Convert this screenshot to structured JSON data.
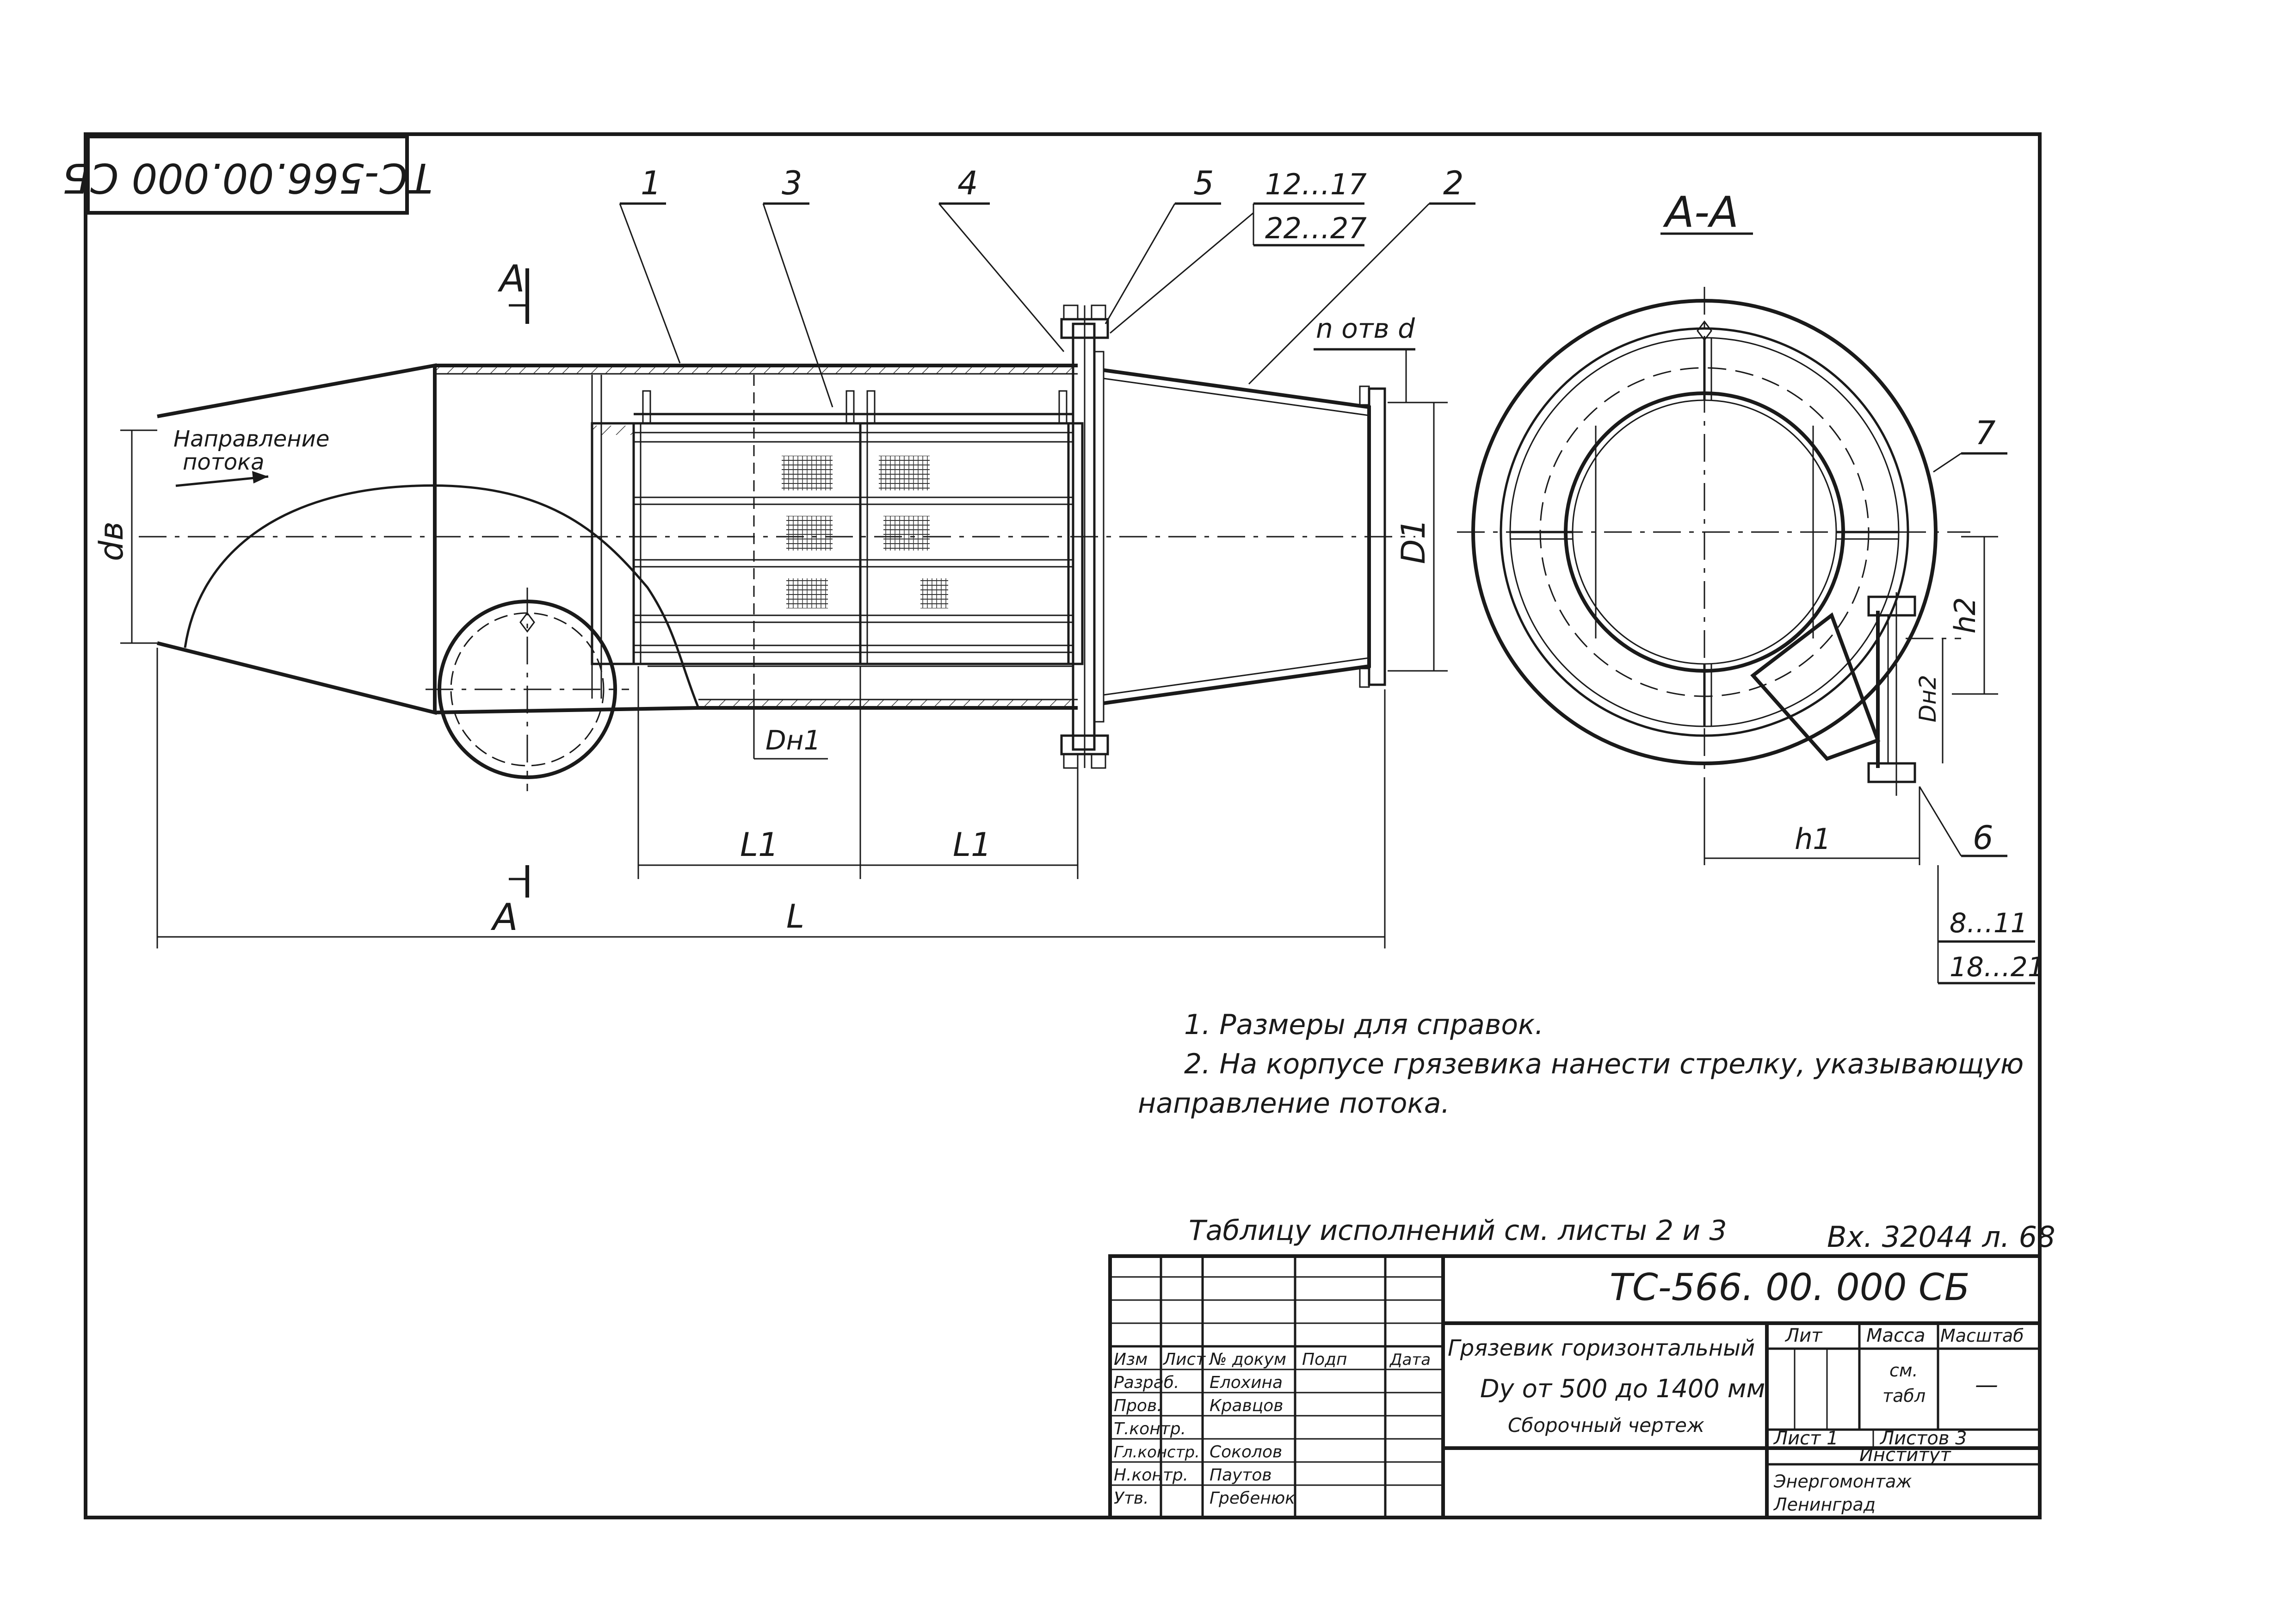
{
  "drawing": {
    "corner_code": "ТС-566.00.000 СБ",
    "section_label_a": "А",
    "section_title": "А-А",
    "flow_label_line1": "Направление",
    "flow_label_line2": "потока",
    "leaders": {
      "p1": "1",
      "p3": "3",
      "p4": "4",
      "p5": "5",
      "p12": "12…17",
      "p22": "22…27",
      "p2": "2",
      "p7": "7",
      "p6": "6",
      "p8": "8…11",
      "p18": "18…21",
      "holes": "n отв d"
    },
    "dims": {
      "dv": "dв",
      "D1": "D1",
      "Dn1": "Dн1",
      "L1a": "L1",
      "L1b": "L1",
      "L": "L",
      "h1": "h1",
      "h2": "h2",
      "Dn2": "Dн2"
    }
  },
  "notes": {
    "n1": "1.  Размеры для справок.",
    "n2a": "2.  На корпусе грязевика нанести стрелку, указывающую",
    "n2b": "направление потока.",
    "table_ref": "Таблицу  исполнений  см.  листы  2 и 3",
    "inv": "Вх. 32044 л. 68"
  },
  "title_block": {
    "code": "ТС-566. 00. 000 СБ",
    "name1": "Грязевик горизонтальный",
    "name2": "Dy от 500 до 1400 мм",
    "name3": "Сборочный чертеж",
    "hdr": {
      "izm": "Изм",
      "list": "Лист",
      "doc": "№ докум",
      "podp": "Подп",
      "date": "Дата"
    },
    "roles": [
      {
        "role": "Разраб.",
        "name": "Елохина"
      },
      {
        "role": "Пров.",
        "name": "Кравцов"
      },
      {
        "role": "Т.контр.",
        "name": ""
      },
      {
        "role": "Гл.констр.",
        "name": "Соколов"
      },
      {
        "role": "Н.контр.",
        "name": "Паутов"
      },
      {
        "role": "Утв.",
        "name": "Гребенюк"
      }
    ],
    "lit": "Лит",
    "massa": "Масса",
    "masshtab": "Масштаб",
    "mass_val1": "см.",
    "mass_val2": "табл",
    "scale_val": "—",
    "sheet": "Лист  1",
    "sheets": "Листов  3",
    "institute": "Институт",
    "org1": "Энергомонтаж",
    "org2": "Ленинград"
  }
}
